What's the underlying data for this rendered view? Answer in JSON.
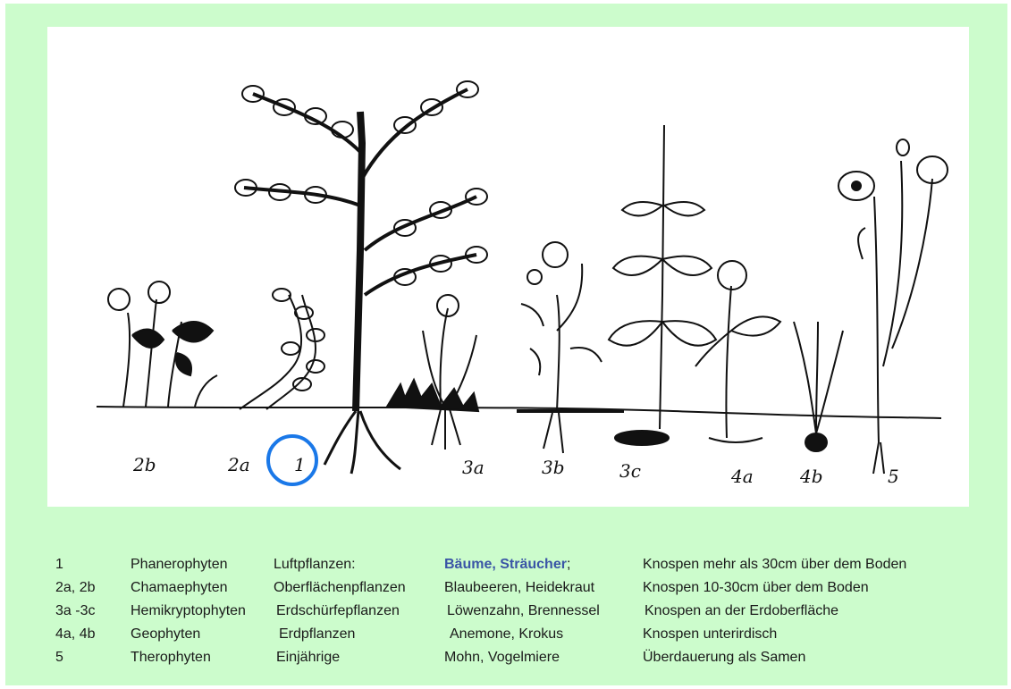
{
  "figure": {
    "labels": [
      "2b",
      "2a",
      "1",
      "3a",
      "3b",
      "3c",
      "4a",
      "4b",
      "5"
    ],
    "highlight_color": "#1a78e8"
  },
  "legend": {
    "rows": [
      {
        "num": "1",
        "group": "Phanerophyten",
        "german": "Luftpflanzen:",
        "examples": "Bäume, Sträucher",
        "examples_suffix": ";",
        "desc": "Knospen mehr als 30cm über dem Boden"
      },
      {
        "num": "2a, 2b",
        "group": "Chamaephyten",
        "german": "Oberflächenpflanzen",
        "examples": "Blaubeeren, Heidekraut",
        "examples_suffix": "",
        "desc": "Knospen 10-30cm über dem Boden"
      },
      {
        "num": "3a -3c",
        "group": "Hemikryptophyten",
        "german": "Erdschürfepflanzen",
        "examples": "Löwenzahn, Brennessel",
        "examples_suffix": "",
        "desc": "Knospen an der Erdoberfläche"
      },
      {
        "num": "4a, 4b",
        "group": "Geophyten",
        "german": "Erdpflanzen",
        "examples": "Anemone, Krokus",
        "examples_suffix": "",
        "desc": "Knospen unterirdisch"
      },
      {
        "num": "5",
        "group": "Therophyten",
        "german": "Einjährige",
        "examples": "Mohn, Vogelmiere",
        "examples_suffix": "",
        "desc": "Überdauerung  als Samen"
      }
    ]
  },
  "colors": {
    "panel": "#ccfccc",
    "figure_bg": "#ffffff",
    "accent_text": "#3a55a6",
    "ink": "#111111"
  }
}
